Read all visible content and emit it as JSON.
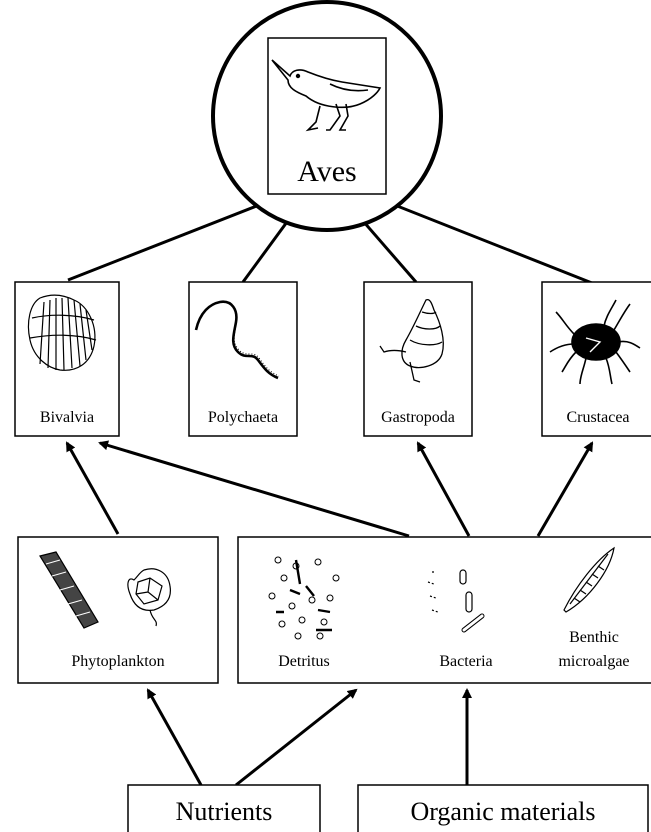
{
  "nodes": {
    "aves": {
      "label": "Aves",
      "icon": "shorebird-icon"
    },
    "bivalvia": {
      "label": "Bivalvia",
      "icon": "clam-shell-icon"
    },
    "polychaeta": {
      "label": "Polychaeta",
      "icon": "worm-icon"
    },
    "gastropoda": {
      "label": "Gastropoda",
      "icon": "snail-icon"
    },
    "crustacea": {
      "label": "Crustacea",
      "icon": "crab-icon"
    },
    "phytoplankton": {
      "label": "Phytoplankton",
      "icon": "diatom-icon"
    },
    "detritus": {
      "label": "Detritus",
      "icon": "particles-icon"
    },
    "bacteria": {
      "label": "Bacteria",
      "icon": "bacteria-icon"
    },
    "benthic": {
      "label_line1": "Benthic",
      "label_line2": "microalgae",
      "icon": "pennate-diatom-icon"
    },
    "nutrients": {
      "label": "Nutrients"
    },
    "organic": {
      "label": "Organic materials"
    }
  },
  "edges": [
    {
      "from": "bivalvia",
      "to": "aves"
    },
    {
      "from": "polychaeta",
      "to": "aves"
    },
    {
      "from": "gastropoda",
      "to": "aves"
    },
    {
      "from": "crustacea",
      "to": "aves"
    },
    {
      "from": "phytoplankton",
      "to": "bivalvia"
    },
    {
      "from": "detritus",
      "to": "bivalvia"
    },
    {
      "from": "detritus",
      "to": "gastropoda"
    },
    {
      "from": "detritus",
      "to": "crustacea"
    },
    {
      "from": "nutrients",
      "to": "phytoplankton"
    },
    {
      "from": "nutrients",
      "to": "detritus"
    },
    {
      "from": "organic",
      "to": "bacteria"
    }
  ]
}
